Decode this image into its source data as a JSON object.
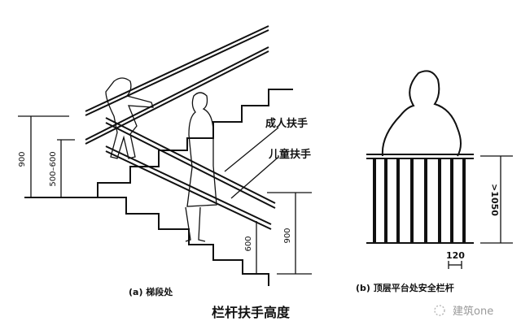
{
  "left_panel": {
    "dim_900_left": "900",
    "dim_500_600": "500–600",
    "label_adult_handrail": "成人扶手",
    "label_child_handrail": "儿童扶手",
    "dim_900_right": "900",
    "dim_600": "600",
    "caption": "(a) 梯段处"
  },
  "right_panel": {
    "dim_1050": ">1050",
    "dim_120": "120",
    "caption": "(b) 顶层平台处安全栏杆"
  },
  "title": "栏杆扶手高度",
  "watermark": "建筑one"
}
